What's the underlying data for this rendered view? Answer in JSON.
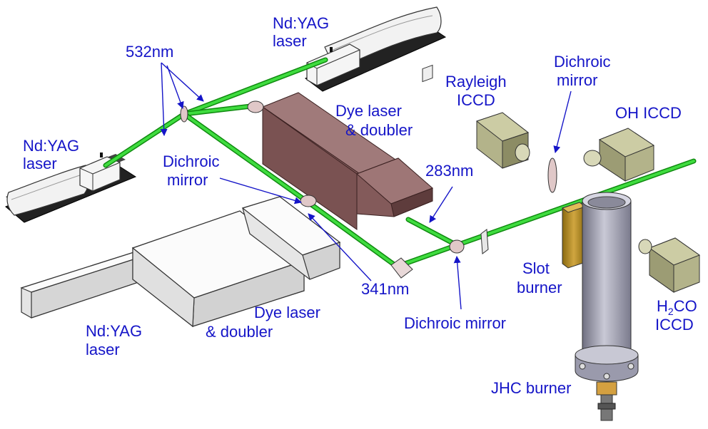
{
  "colors": {
    "label": "#1515c8",
    "beam": "#22cc22",
    "beam_dark": "#0f8a0f",
    "yag_body": "#ececec",
    "yag_shadow": "#9a9a9a",
    "dye_body": "#8a6060",
    "dye_dark": "#4a2c2c",
    "camera": "#b3b38a",
    "camera_dark": "#6e6e4c",
    "burner": "#a9a9ba",
    "slot_burner": "#b08820",
    "mirror": "#e0c8c8"
  },
  "labels": {
    "nd_yag_top": [
      "Nd:YAG",
      "laser"
    ],
    "wavelength_532": "532nm",
    "nd_yag_left": [
      "Nd:YAG",
      "laser"
    ],
    "dye_laser_top": [
      "Dye laser",
      "& doubler"
    ],
    "dichroic_left": [
      "Dichroic",
      "mirror"
    ],
    "wavelength_283": "283nm",
    "rayleigh_iccd": [
      "Rayleigh",
      "ICCD"
    ],
    "dichroic_top": [
      "Dichroic",
      "mirror"
    ],
    "oh_iccd": "OH ICCD",
    "wavelength_341": "341nm",
    "slot_burner": [
      "Slot",
      "burner"
    ],
    "nd_yag_bottom": [
      "Nd:YAG",
      "laser"
    ],
    "dye_laser_bottom": [
      "Dye laser",
      "& doubler"
    ],
    "dichroic_bottom": "Dichroic mirror",
    "h2co_iccd": [
      "H",
      "2",
      "CO",
      "ICCD"
    ],
    "jhc_burner": "JHC burner"
  }
}
